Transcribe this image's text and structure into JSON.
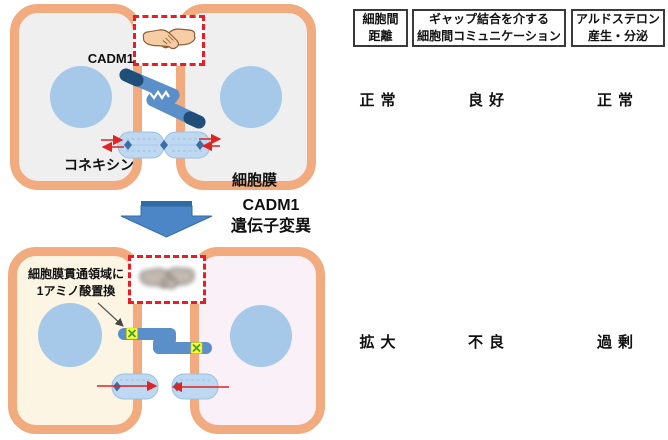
{
  "colors": {
    "membrane_orange": "#F2AB7E",
    "cytoplasm_gray": "#EFEFEF",
    "cytoplasm_cream": "#FCF5E3",
    "cytoplasm_pink": "#FAF0F7",
    "nucleus_blue": "#A6C9E9",
    "cadm1_blue": "#5B8FC9",
    "cadm1_dark_tip": "#1F4E79",
    "connexon_blue": "#BED8F1",
    "alert_red": "#EC1B24",
    "flow_arrow_red": "#E02424",
    "transition_arrow_blue": "#4D86C6",
    "mutation_yellow": "#FFFF33",
    "mutation_x_green": "#3F9E3F"
  },
  "icons": {
    "adhesion_normal": "handshake",
    "adhesion_mutant": "handshake-blurred",
    "transition": "block-arrow-down"
  },
  "top_diagram": {
    "cadm1_label": "CADM1",
    "connexin_label": "コネキシン",
    "membrane_label": "細胞膜"
  },
  "transition": {
    "label_line1": "CADM1",
    "label_line2": "遺伝子変異"
  },
  "bottom_diagram": {
    "mutation_note_line1": "細胞膜貫通領域に",
    "mutation_note_line2": "1アミノ酸置換"
  },
  "table": {
    "columns": [
      {
        "header_line1": "細胞間",
        "header_line2": "距離",
        "normal_value": "正常",
        "mutant_value": "拡大"
      },
      {
        "header_line1": "ギャップ結合を介する",
        "header_line2": "細胞間コミュニケーション",
        "normal_value": "良好",
        "mutant_value": "不良"
      },
      {
        "header_line1": "アルドステロン",
        "header_line2": "産生・分泌",
        "normal_value": "正常",
        "mutant_value": "過剰"
      }
    ]
  }
}
